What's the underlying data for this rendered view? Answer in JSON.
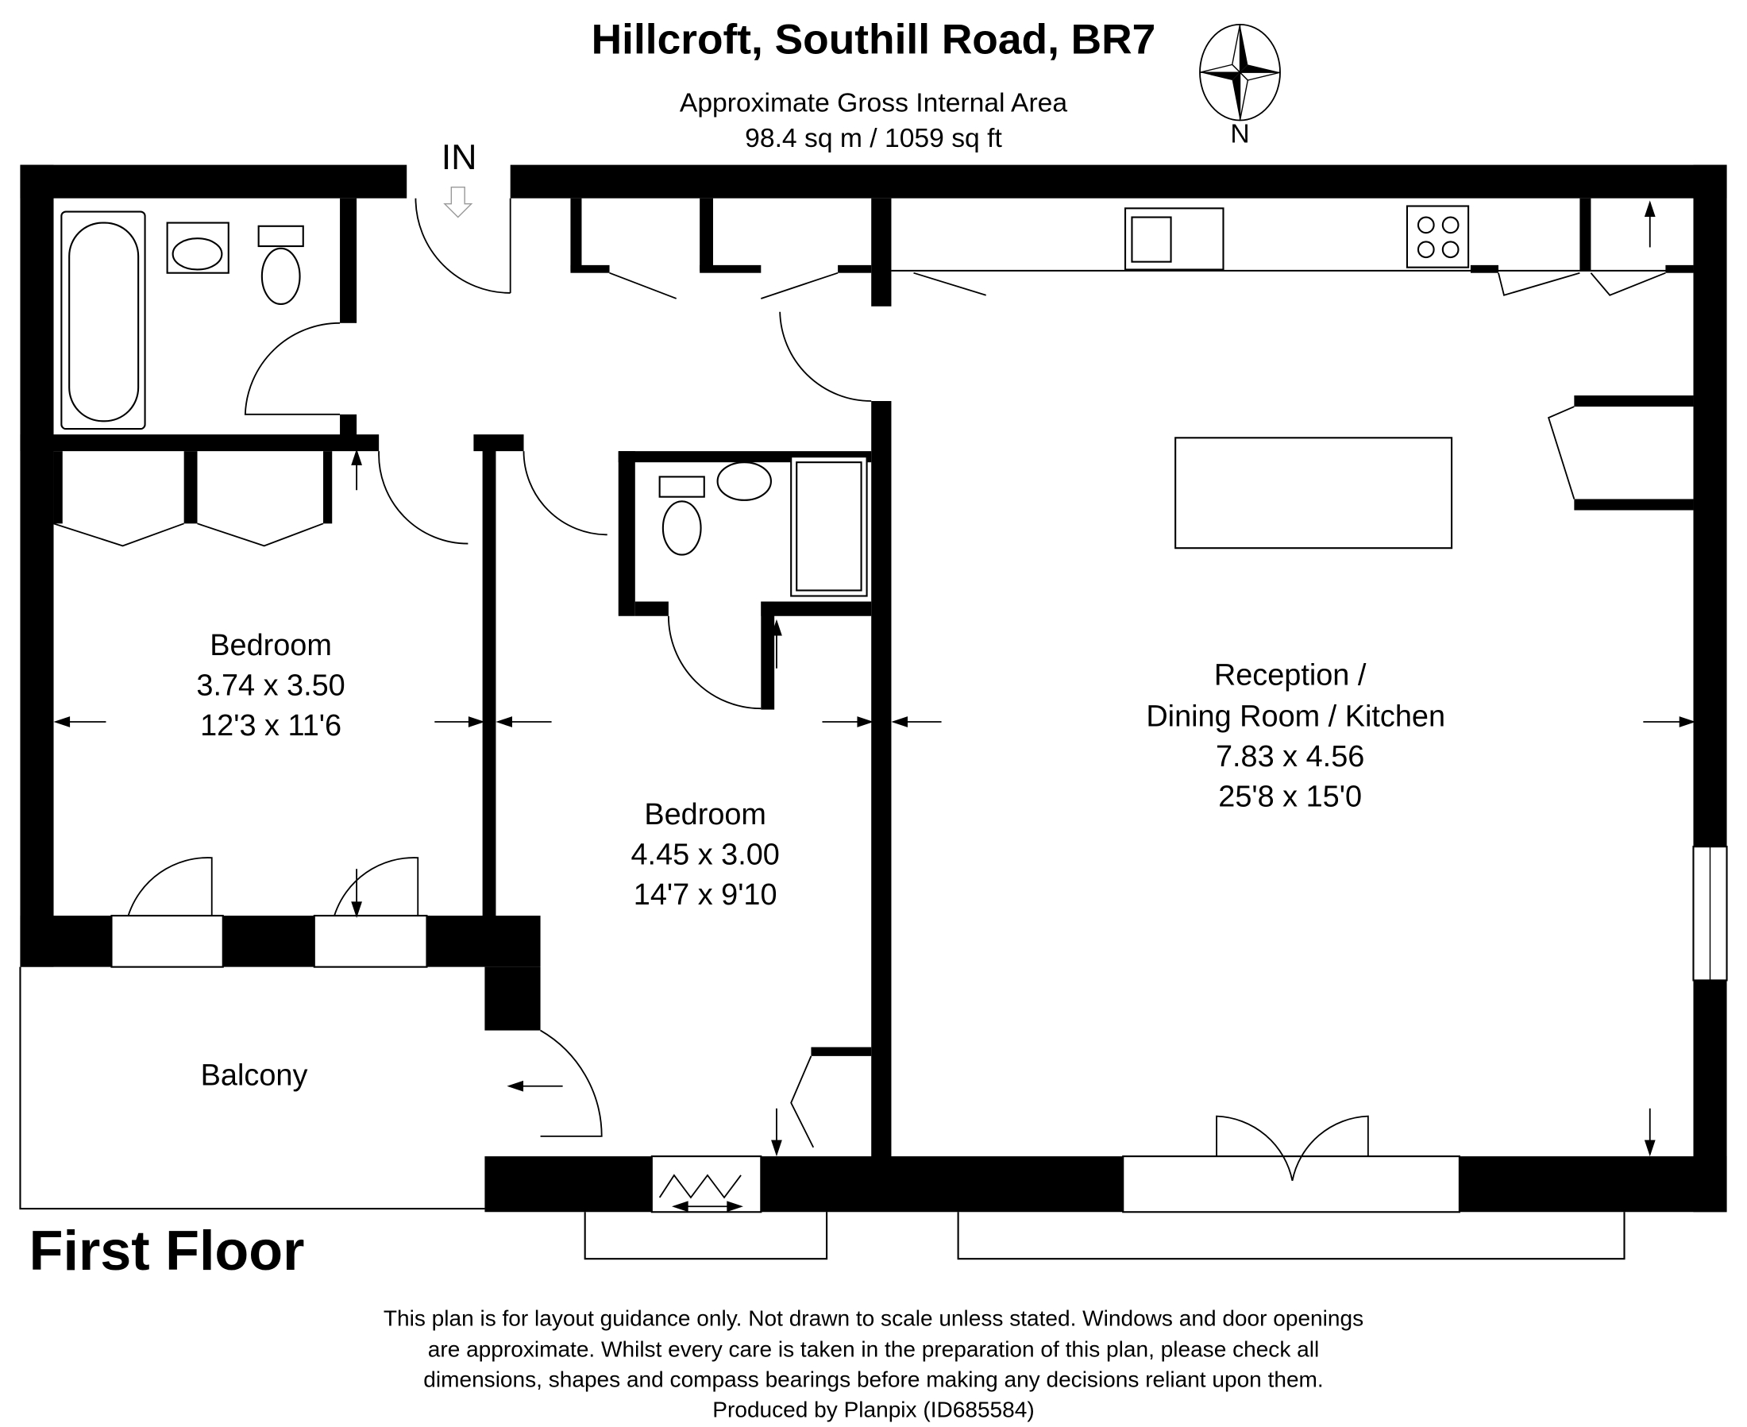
{
  "header": {
    "title": "Hillcroft, Southill Road, BR7",
    "area_label": "Approximate Gross Internal Area",
    "area_value": "98.4 sq m / 1059 sq ft",
    "compass_label": "N"
  },
  "plan": {
    "entrance_label": "IN",
    "floor_label": "First Floor",
    "rooms": [
      {
        "name": "Bedroom",
        "metric": "3.74 x 3.50",
        "imperial": "12'3 x 11'6"
      },
      {
        "name": "Bedroom",
        "metric": "4.45 x 3.00",
        "imperial": "14'7 x 9'10"
      },
      {
        "name_line1": "Reception /",
        "name_line2": "Dining Room / Kitchen",
        "metric": "7.83 x 4.56",
        "imperial": "25'8 x 15'0"
      },
      {
        "name": "Balcony"
      }
    ]
  },
  "footer": {
    "lines": [
      "This plan is for layout guidance only. Not drawn to scale unless stated. Windows and door openings",
      "are approximate. Whilst every care is taken in the preparation of this plan, please check all",
      "dimensions, shapes and compass bearings before making any decisions reliant upon them.",
      "Produced by Planpix  (ID685584)"
    ]
  }
}
